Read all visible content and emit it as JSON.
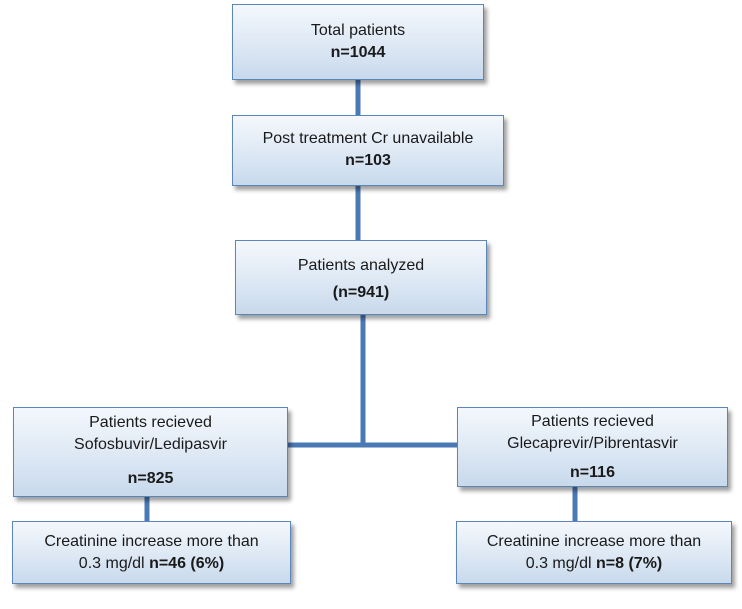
{
  "connector_color": "#4a7ab5",
  "box_border_color": "#5a86b8",
  "boxes": {
    "total": {
      "label": "Total patients",
      "count": "n=1044"
    },
    "unavailable": {
      "label": "Post treatment Cr unavailable",
      "count": "n=103"
    },
    "analyzed": {
      "label": "Patients analyzed",
      "count": "(n=941)"
    },
    "sof_ledi": {
      "label_line1": "Patients recieved",
      "label_line2": "Sofosbuvir/Ledipasvir",
      "count": "n=825"
    },
    "gle_pib": {
      "label_line1": "Patients recieved",
      "label_line2": "Glecaprevir/Pibrentasvir",
      "count": "n=116"
    },
    "sof_ledi_outcome": {
      "line1": "Creatinine increase more than",
      "line2_prefix": "0.3 mg/dl",
      "line2_value": "n=46 (6%)"
    },
    "gle_pib_outcome": {
      "line1": "Creatinine increase more than",
      "line2_prefix": "0.3 mg/dl",
      "line2_value": "n=8 (7%)"
    }
  }
}
